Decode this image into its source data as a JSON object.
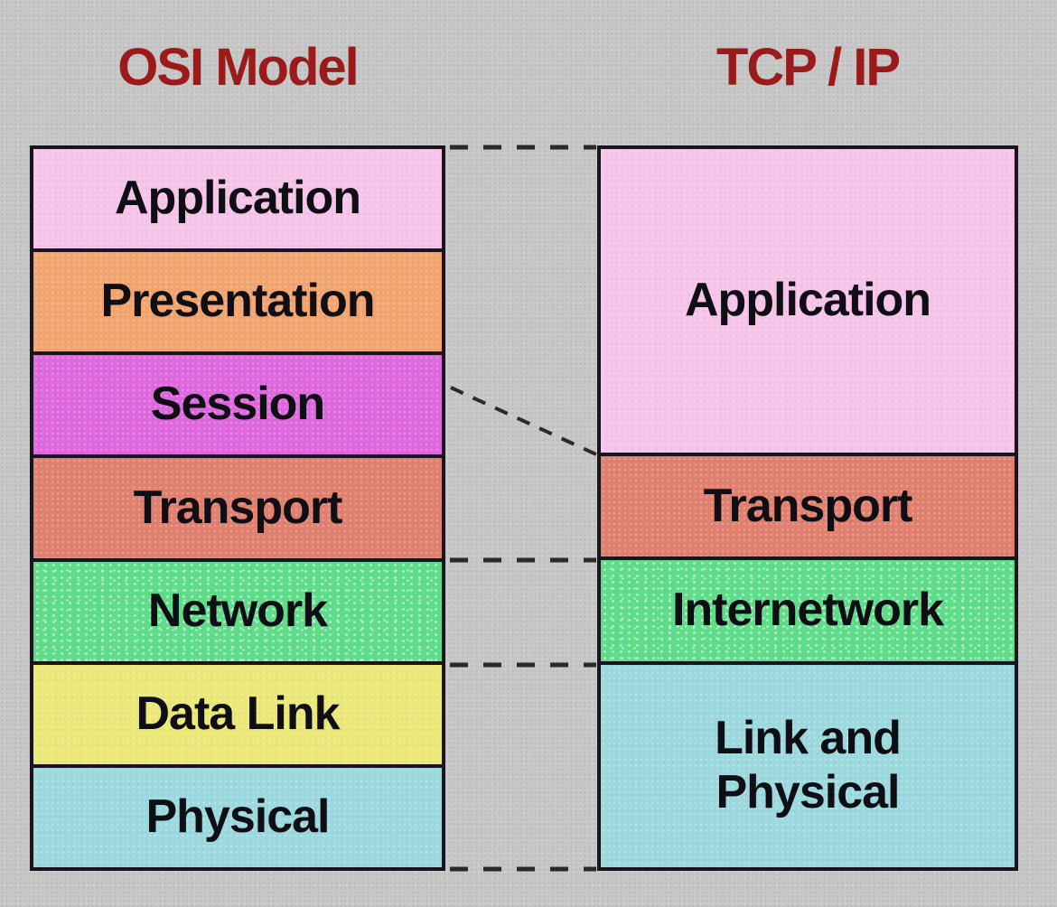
{
  "diagram": {
    "left_title": "OSI Model",
    "right_title": "TCP / IP",
    "osi_layers": [
      {
        "label": "Application",
        "color": "#f6c3e9"
      },
      {
        "label": "Presentation",
        "color": "#f2a46e"
      },
      {
        "label": "Session",
        "color": "#df68df"
      },
      {
        "label": "Transport",
        "color": "#e0806f"
      },
      {
        "label": "Network",
        "color": "#5edc8a"
      },
      {
        "label": "Data Link",
        "color": "#ece878"
      },
      {
        "label": "Physical",
        "color": "#9cd9de"
      }
    ],
    "tcpip_layers": [
      {
        "label": "Application",
        "color": "#f6c3e9"
      },
      {
        "label": "Transport",
        "color": "#e0806f"
      },
      {
        "label": "Internetwork",
        "color": "#5edc8a"
      },
      {
        "label": "Link and\nPhysical",
        "color": "#9cd9de"
      }
    ],
    "colors": {
      "title": "#9b1b1b",
      "border": "#1a141e",
      "background": "#c7c7c7",
      "label_text": "#0e0e14",
      "connector": "#2a2a2a"
    }
  }
}
